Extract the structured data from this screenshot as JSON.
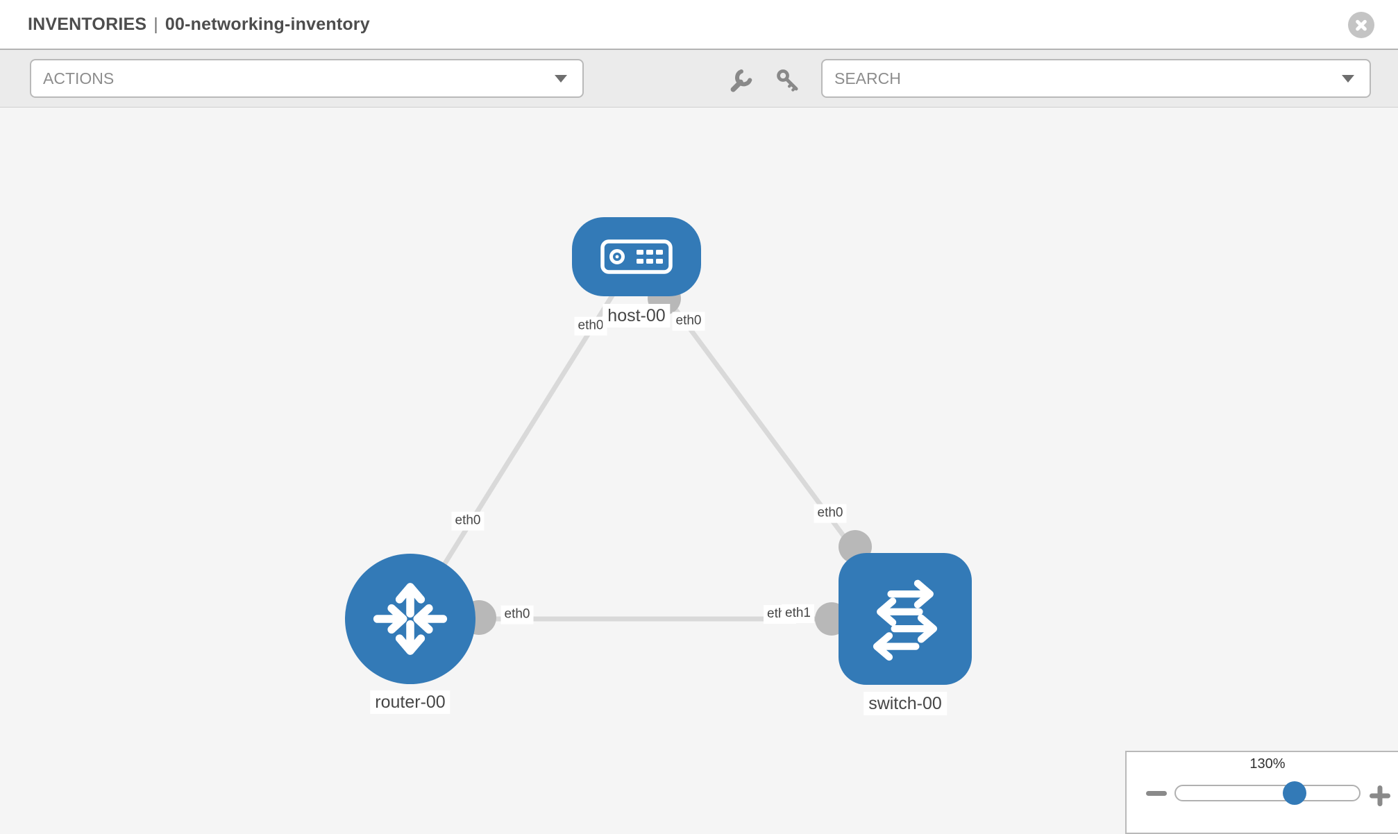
{
  "header": {
    "section": "INVENTORIES",
    "separator": "|",
    "title": "00-networking-inventory"
  },
  "toolbar": {
    "actions_label": "ACTIONS",
    "search_label": "SEARCH"
  },
  "canvas": {
    "nodes": [
      {
        "label": "host-00",
        "type": "host"
      },
      {
        "label": "router-00",
        "type": "router"
      },
      {
        "label": "switch-00",
        "type": "switch"
      }
    ],
    "links": [
      {
        "from": "host-00",
        "from_iface": "eth0",
        "to": "router-00",
        "to_iface": "eth0"
      },
      {
        "from": "host-00",
        "from_iface": "eth0",
        "to": "switch-00",
        "to_iface": "eth0"
      },
      {
        "from": "router-00",
        "from_iface": "eth0",
        "to": "switch-00",
        "to_iface": "eth1",
        "to_iface_overlapped": "eth0"
      }
    ]
  },
  "zoom": {
    "level": "130%"
  },
  "colors": {
    "node_blue": "#337ab7",
    "link_gray": "#d9d9d9",
    "port_gray": "#b8b8b8",
    "canvas_bg": "#f5f5f5",
    "toolbar_bg": "#ebebeb",
    "label_text": "#464646"
  }
}
